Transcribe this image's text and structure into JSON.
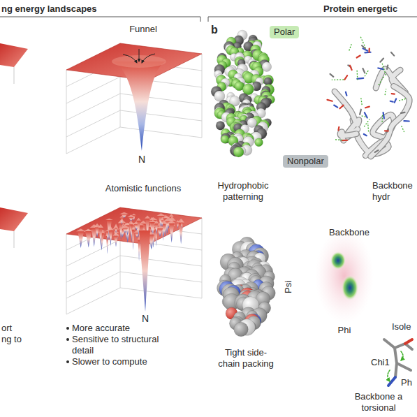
{
  "diagram": {
    "nodes": [
      {
        "text": [
          "Polar"
        ]
      },
      {
        "text": [
          "Nonpolar"
        ]
      }
    ],
    "labels": [
      "ng energy landscapes",
      "Protein energetic",
      "Funnel",
      "b",
      "N",
      "Hydrophobic patterning",
      "Backbone hydr",
      "Atomistic functions",
      "N",
      "Backbone",
      "Psi",
      "Phi",
      "Isole",
      "Chi1",
      "ort",
      "ng to",
      "More accurate",
      "Sensitive to structural detail",
      "Slower to compute",
      "Tight side-chain packing",
      "Ph",
      "Backbone a torsional"
    ]
  }
}
